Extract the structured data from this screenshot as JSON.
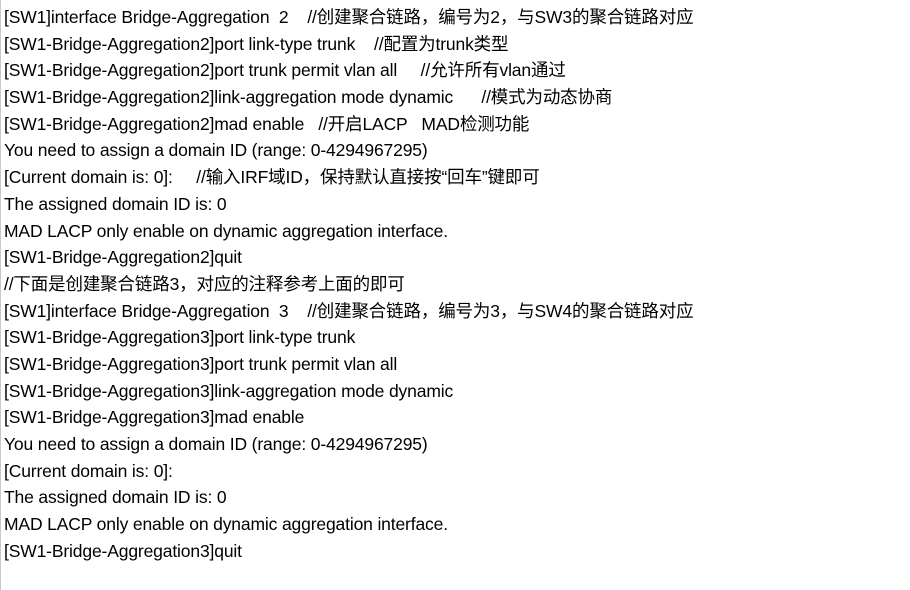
{
  "terminal": {
    "background_color": "#ffffff",
    "text_color": "#000000",
    "left_border_color": "#c8c8c8",
    "line_count": 18,
    "lines": [
      {
        "text": "[SW1]interface Bridge-Aggregation  2    //创建聚合链路，编号为2，与SW3的聚合链路对应",
        "kind": "command-with-comment"
      },
      {
        "text": "[SW1-Bridge-Aggregation2]port link-type trunk    //配置为trunk类型",
        "kind": "command-with-comment"
      },
      {
        "text": "[SW1-Bridge-Aggregation2]port trunk permit vlan all     //允许所有vlan通过",
        "kind": "command-with-comment"
      },
      {
        "text": "[SW1-Bridge-Aggregation2]link-aggregation mode dynamic      //模式为动态协商",
        "kind": "command-with-comment"
      },
      {
        "text": "[SW1-Bridge-Aggregation2]mad enable   //开启LACP   MAD检测功能",
        "kind": "command-with-comment"
      },
      {
        "text": "You need to assign a domain ID (range: 0-4294967295)",
        "kind": "output"
      },
      {
        "text": "[Current domain is: 0]:     //输入IRF域ID，保持默认直接按“回车”键即可",
        "kind": "prompt-with-comment"
      },
      {
        "text": "The assigned domain ID is: 0",
        "kind": "output"
      },
      {
        "text": "MAD LACP only enable on dynamic aggregation interface.",
        "kind": "output"
      },
      {
        "text": "[SW1-Bridge-Aggregation2]quit",
        "kind": "command"
      },
      {
        "text": "//下面是创建聚合链路3，对应的注释参考上面的即可",
        "kind": "comment"
      },
      {
        "text": "[SW1]interface Bridge-Aggregation  3    //创建聚合链路，编号为3，与SW4的聚合链路对应",
        "kind": "command-with-comment"
      },
      {
        "text": "[SW1-Bridge-Aggregation3]port link-type trunk",
        "kind": "command"
      },
      {
        "text": "[SW1-Bridge-Aggregation3]port trunk permit vlan all",
        "kind": "command"
      },
      {
        "text": "[SW1-Bridge-Aggregation3]link-aggregation mode dynamic",
        "kind": "command"
      },
      {
        "text": "[SW1-Bridge-Aggregation3]mad enable",
        "kind": "command"
      },
      {
        "text": "You need to assign a domain ID (range: 0-4294967295)",
        "kind": "output"
      },
      {
        "text": "[Current domain is: 0]:",
        "kind": "prompt"
      },
      {
        "text": "The assigned domain ID is: 0",
        "kind": "output"
      },
      {
        "text": "MAD LACP only enable on dynamic aggregation interface.",
        "kind": "output"
      },
      {
        "text": "[SW1-Bridge-Aggregation3]quit",
        "kind": "command"
      }
    ]
  }
}
